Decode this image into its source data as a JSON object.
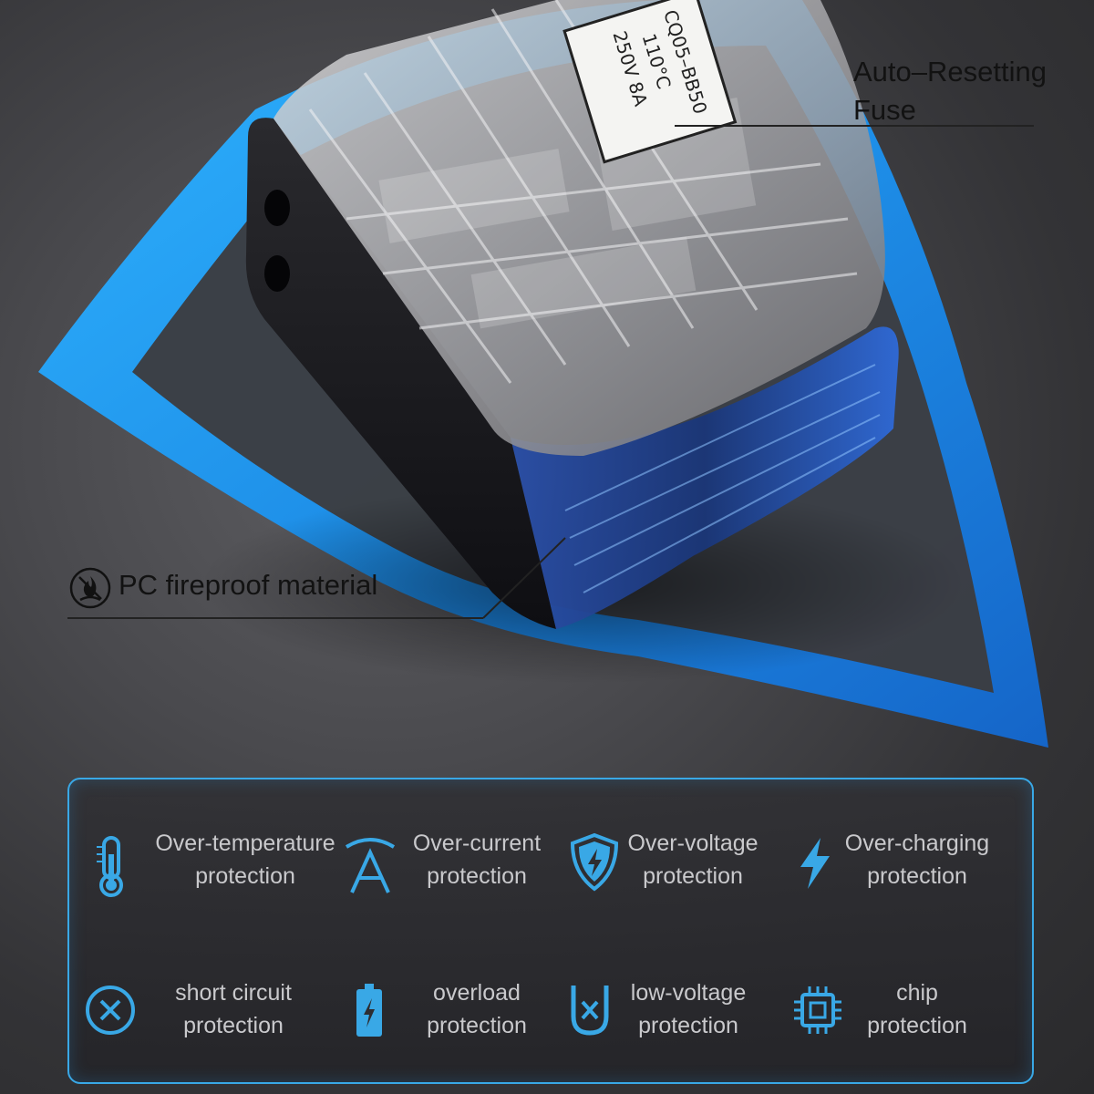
{
  "fuse_label": {
    "line1": "Auto–Resetting",
    "line2": "Fuse"
  },
  "fuse_sticker": {
    "line1": "CQ05–BB50",
    "line2": "110°C",
    "line3": "250V 8A"
  },
  "pc_label": "PC fireproof material",
  "colors": {
    "accent": "#39a8e6",
    "accent_light": "#7fd0ff",
    "text_muted": "#c9c9cc"
  },
  "features": [
    {
      "icon": "thermometer-icon",
      "line1": "Over-temperature",
      "line2": "protection"
    },
    {
      "icon": "current-icon",
      "line1": "Over-current",
      "line2": "protection"
    },
    {
      "icon": "shield-bolt-icon",
      "line1": "Over-voltage",
      "line2": "protection"
    },
    {
      "icon": "lightning-icon",
      "line1": "Over-charging",
      "line2": "protection"
    },
    {
      "icon": "x-circle-icon",
      "line1": "short circuit",
      "line2": "protection"
    },
    {
      "icon": "battery-icon",
      "line1": "overload",
      "line2": "protection"
    },
    {
      "icon": "low-voltage-icon",
      "line1": "low-voltage",
      "line2": "protection"
    },
    {
      "icon": "chip-icon",
      "line1": "chip",
      "line2": "protection"
    }
  ]
}
